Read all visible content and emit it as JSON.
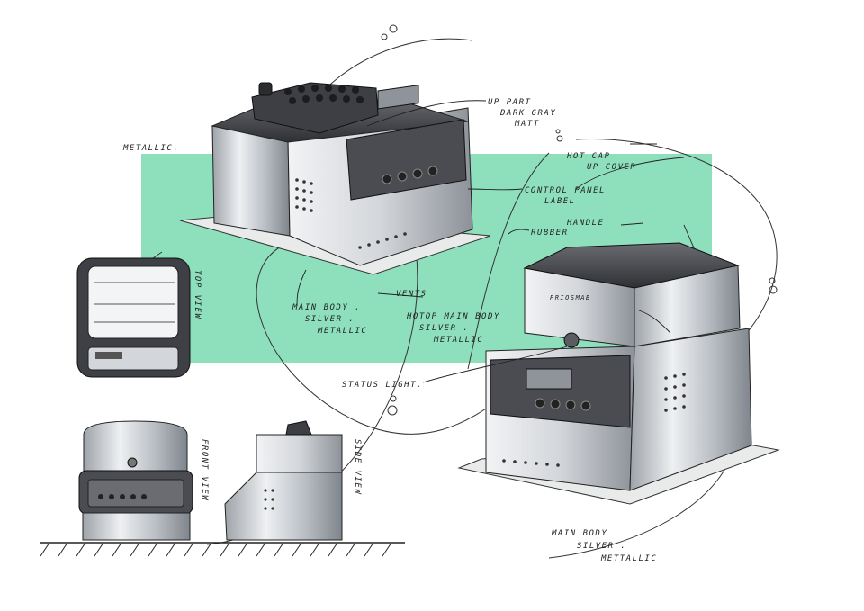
{
  "labels": {
    "metallic_left": "METALLIC.",
    "up_part": [
      "UP PART",
      "DARK GRAY",
      "MATT"
    ],
    "hot_cap": [
      "HOT CAP",
      "UP COVER"
    ],
    "control_panel": [
      "CONTROL PANEL",
      "LABEL"
    ],
    "handle": "HANDLE",
    "rubber": "RUBBER",
    "vents": "VENTS",
    "main_body_mid": [
      "MAIN BODY .",
      "SILVER .",
      "METALLIC"
    ],
    "hotop_main_body": [
      "HOTOP MAIN BODY",
      "SILVER .",
      "METALLIC"
    ],
    "status_light": "STATUS LIGHT.",
    "main_body_right": [
      "MAIN BODY .",
      "SILVER .",
      "METTALLIC"
    ],
    "top_view": "TOP VIEW",
    "front_view": "FRONT VIEW",
    "side_view": "SIDE VIEW",
    "brand_tag": "PRIOSMAB"
  },
  "colors": {
    "mint_backdrop": "#8ee0bd",
    "dark_gray": "#3a3a3e",
    "silver": "#c9ccd0",
    "ink": "#222222"
  }
}
